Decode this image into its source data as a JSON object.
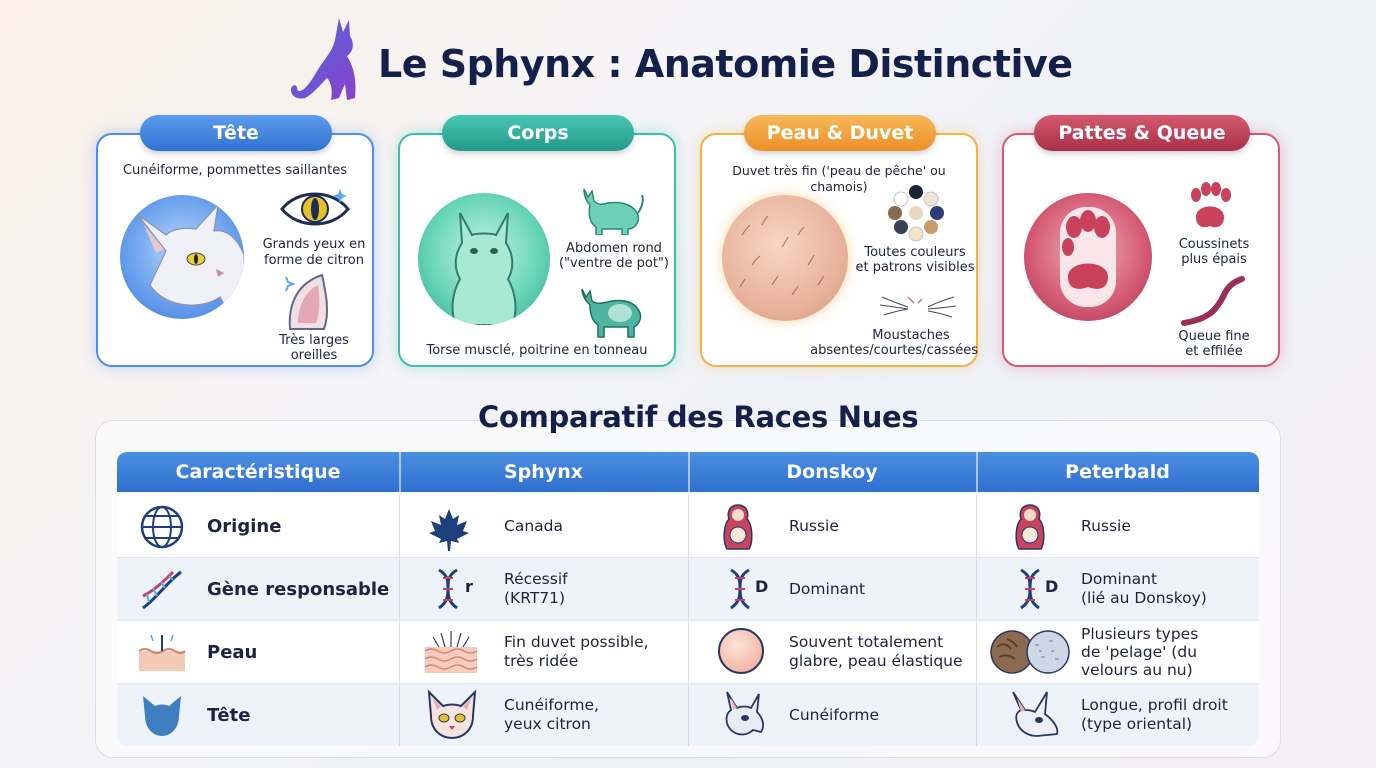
{
  "title": "Le Sphynx : Anatomie Distinctive",
  "cards": [
    {
      "key": "tete",
      "title": "Tête",
      "color": "#3d7fd9",
      "captions": [
        "Cunéiforme, pommettes saillantes",
        "Grands yeux en",
        "forme de citron",
        "Très larges",
        "oreilles"
      ]
    },
    {
      "key": "corps",
      "title": "Corps",
      "color": "#2fb3a3",
      "captions": [
        "Abdomen rond",
        "(\"ventre de pot\")",
        "Torse musclé, poitrine en tonneau"
      ]
    },
    {
      "key": "peau",
      "title": "Peau & Duvet",
      "color": "#f3a53a",
      "captions": [
        "Duvet très fin ('peau de pêche' ou chamois)",
        "Toutes couleurs",
        "et patrons visibles",
        "Moustaches",
        "absentes/courtes/cassées"
      ]
    },
    {
      "key": "pattes",
      "title": "Pattes & Queue",
      "color": "#c8425a",
      "captions": [
        "Coussinets",
        "plus épais",
        "Queue fine",
        "et effilée"
      ]
    }
  ],
  "comparison": {
    "title": "Comparatif des Races Nues",
    "headers": [
      "Caractéristique",
      "Sphynx",
      "Donskoy",
      "Peterbald"
    ],
    "rows": [
      {
        "label": "Origine",
        "icon": "globe-icon",
        "cells": [
          [
            "Canada"
          ],
          [
            "Russie"
          ],
          [
            "Russie"
          ]
        ],
        "cell_icons": [
          "maple-leaf-icon",
          "matryoshka-icon",
          "matryoshka-icon"
        ]
      },
      {
        "label": "Gène responsable",
        "icon": "dna-icon",
        "cells": [
          [
            "Récessif",
            "(KRT71)"
          ],
          [
            "Dominant"
          ],
          [
            "Dominant",
            "(lié au Donskoy)"
          ]
        ],
        "cell_icons": [
          "dna-recessive-icon",
          "dna-dominant-icon",
          "dna-dominant-icon"
        ],
        "gene_marks": [
          "r",
          "D",
          "D"
        ]
      },
      {
        "label": "Peau",
        "icon": "skin-icon",
        "cells": [
          [
            "Fin duvet possible,",
            "très ridée"
          ],
          [
            "Souvent totalement",
            "glabre, peau élastique"
          ],
          [
            "Plusieurs types",
            "de 'pelage' (du",
            "velours au nu)"
          ]
        ],
        "cell_icons": [
          "skin-layers-icon",
          "bare-skin-icon",
          "coat-types-icon"
        ]
      },
      {
        "label": "Tête",
        "icon": "cat-head-icon",
        "cells": [
          [
            "Cunéiforme,",
            "yeux citron"
          ],
          [
            "Cunéiforme"
          ],
          [
            "Longue, profil droit",
            "(type oriental)"
          ]
        ],
        "cell_icons": [
          "sphynx-face-icon",
          "donskoy-head-icon",
          "peterbald-head-icon"
        ]
      }
    ]
  }
}
